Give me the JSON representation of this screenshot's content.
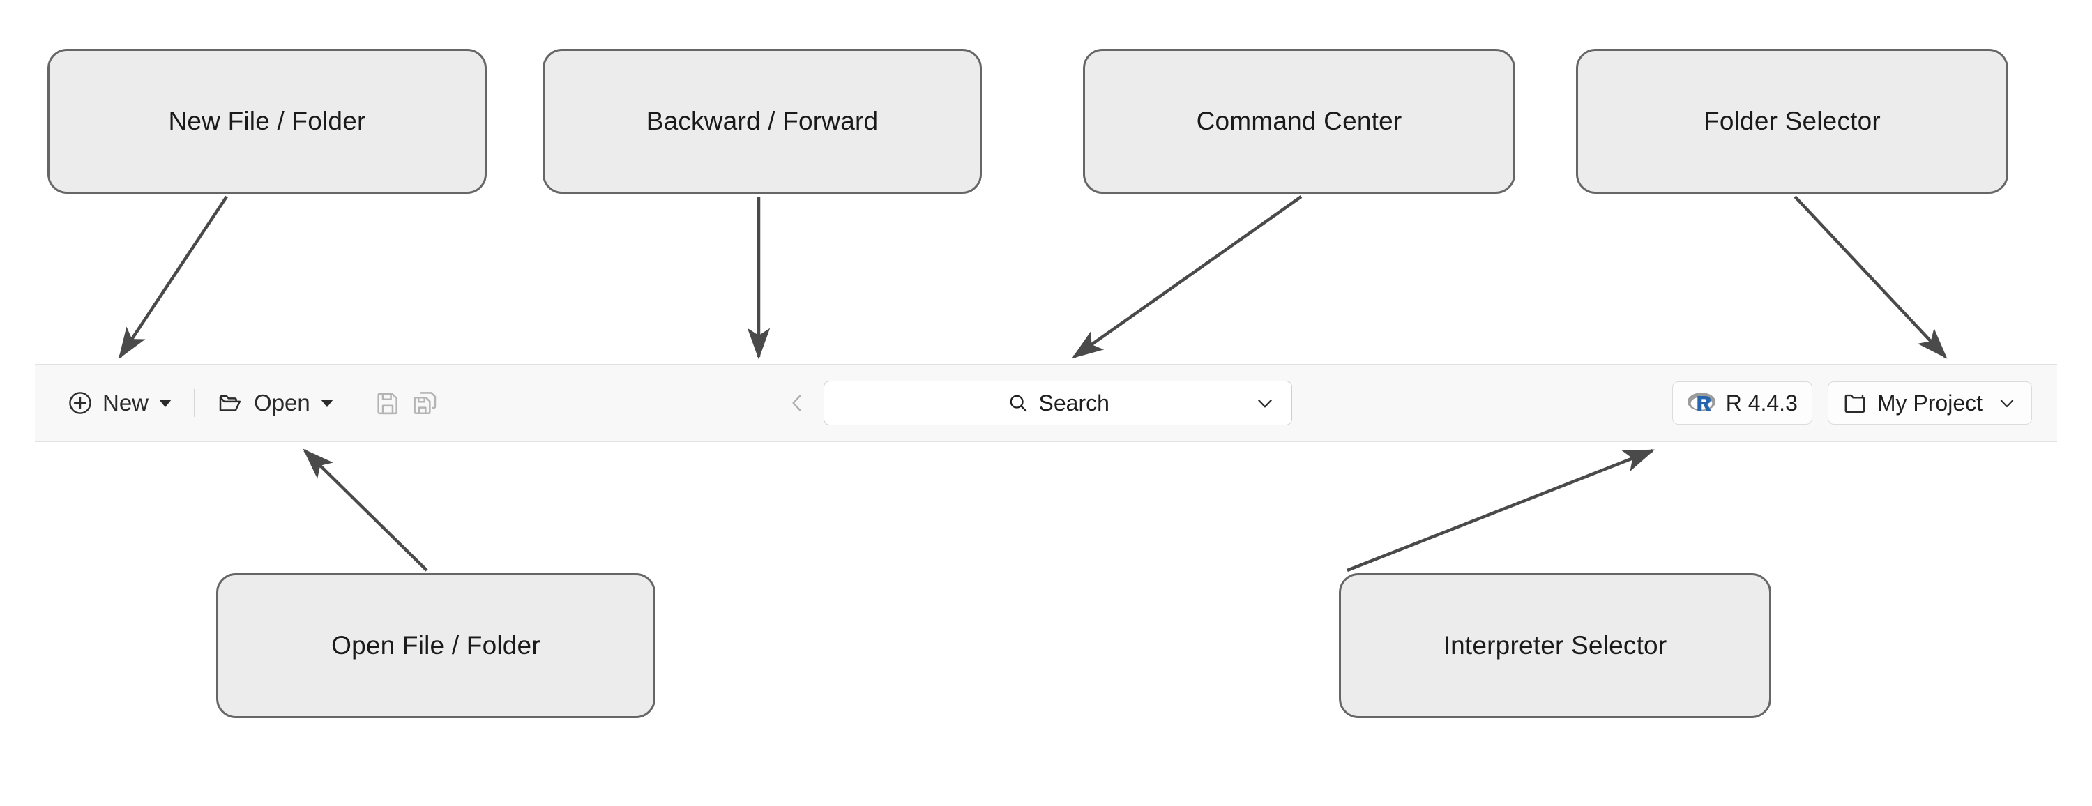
{
  "callouts": [
    {
      "id": "new",
      "label": "New File / Folder"
    },
    {
      "id": "nav",
      "label": "Backward / Forward"
    },
    {
      "id": "command",
      "label": "Command Center"
    },
    {
      "id": "folder",
      "label": "Folder Selector"
    },
    {
      "id": "open",
      "label": "Open File / Folder"
    },
    {
      "id": "interp",
      "label": "Interpreter Selector"
    }
  ],
  "toolbar": {
    "new_button": {
      "label": "New",
      "icon": "plus-circle-icon",
      "has_caret": true
    },
    "open_button": {
      "label": "Open",
      "icon": "folder-open-icon",
      "has_caret": true
    },
    "save_button": {
      "icon": "save-icon",
      "enabled": false
    },
    "save_all_button": {
      "icon": "save-all-icon",
      "enabled": false
    },
    "back_button": {
      "icon": "chevron-left-icon",
      "enabled": false
    },
    "forward_button": {
      "icon": "chevron-right-icon",
      "enabled": false
    },
    "command_center": {
      "placeholder": "Search",
      "icon": "search-icon",
      "chevron": "chevron-down-icon"
    },
    "interpreter_selector": {
      "label": "R 4.4.3",
      "icon": "r-logo-icon"
    },
    "folder_selector": {
      "label": "My Project",
      "icon": "folder-icon",
      "chevron": "chevron-down-icon"
    }
  },
  "colors": {
    "callout_fill": "#ececec",
    "callout_border": "#666666",
    "arrow": "#4a4a4a",
    "toolbar_bg": "#f8f8f8",
    "toolbar_border": "#e2e2e2",
    "text": "#2b2b2b",
    "disabled_icon": "#b4b4b4",
    "r_logo_blue": "#2565AE",
    "r_logo_gray": "#9b9b9b"
  }
}
